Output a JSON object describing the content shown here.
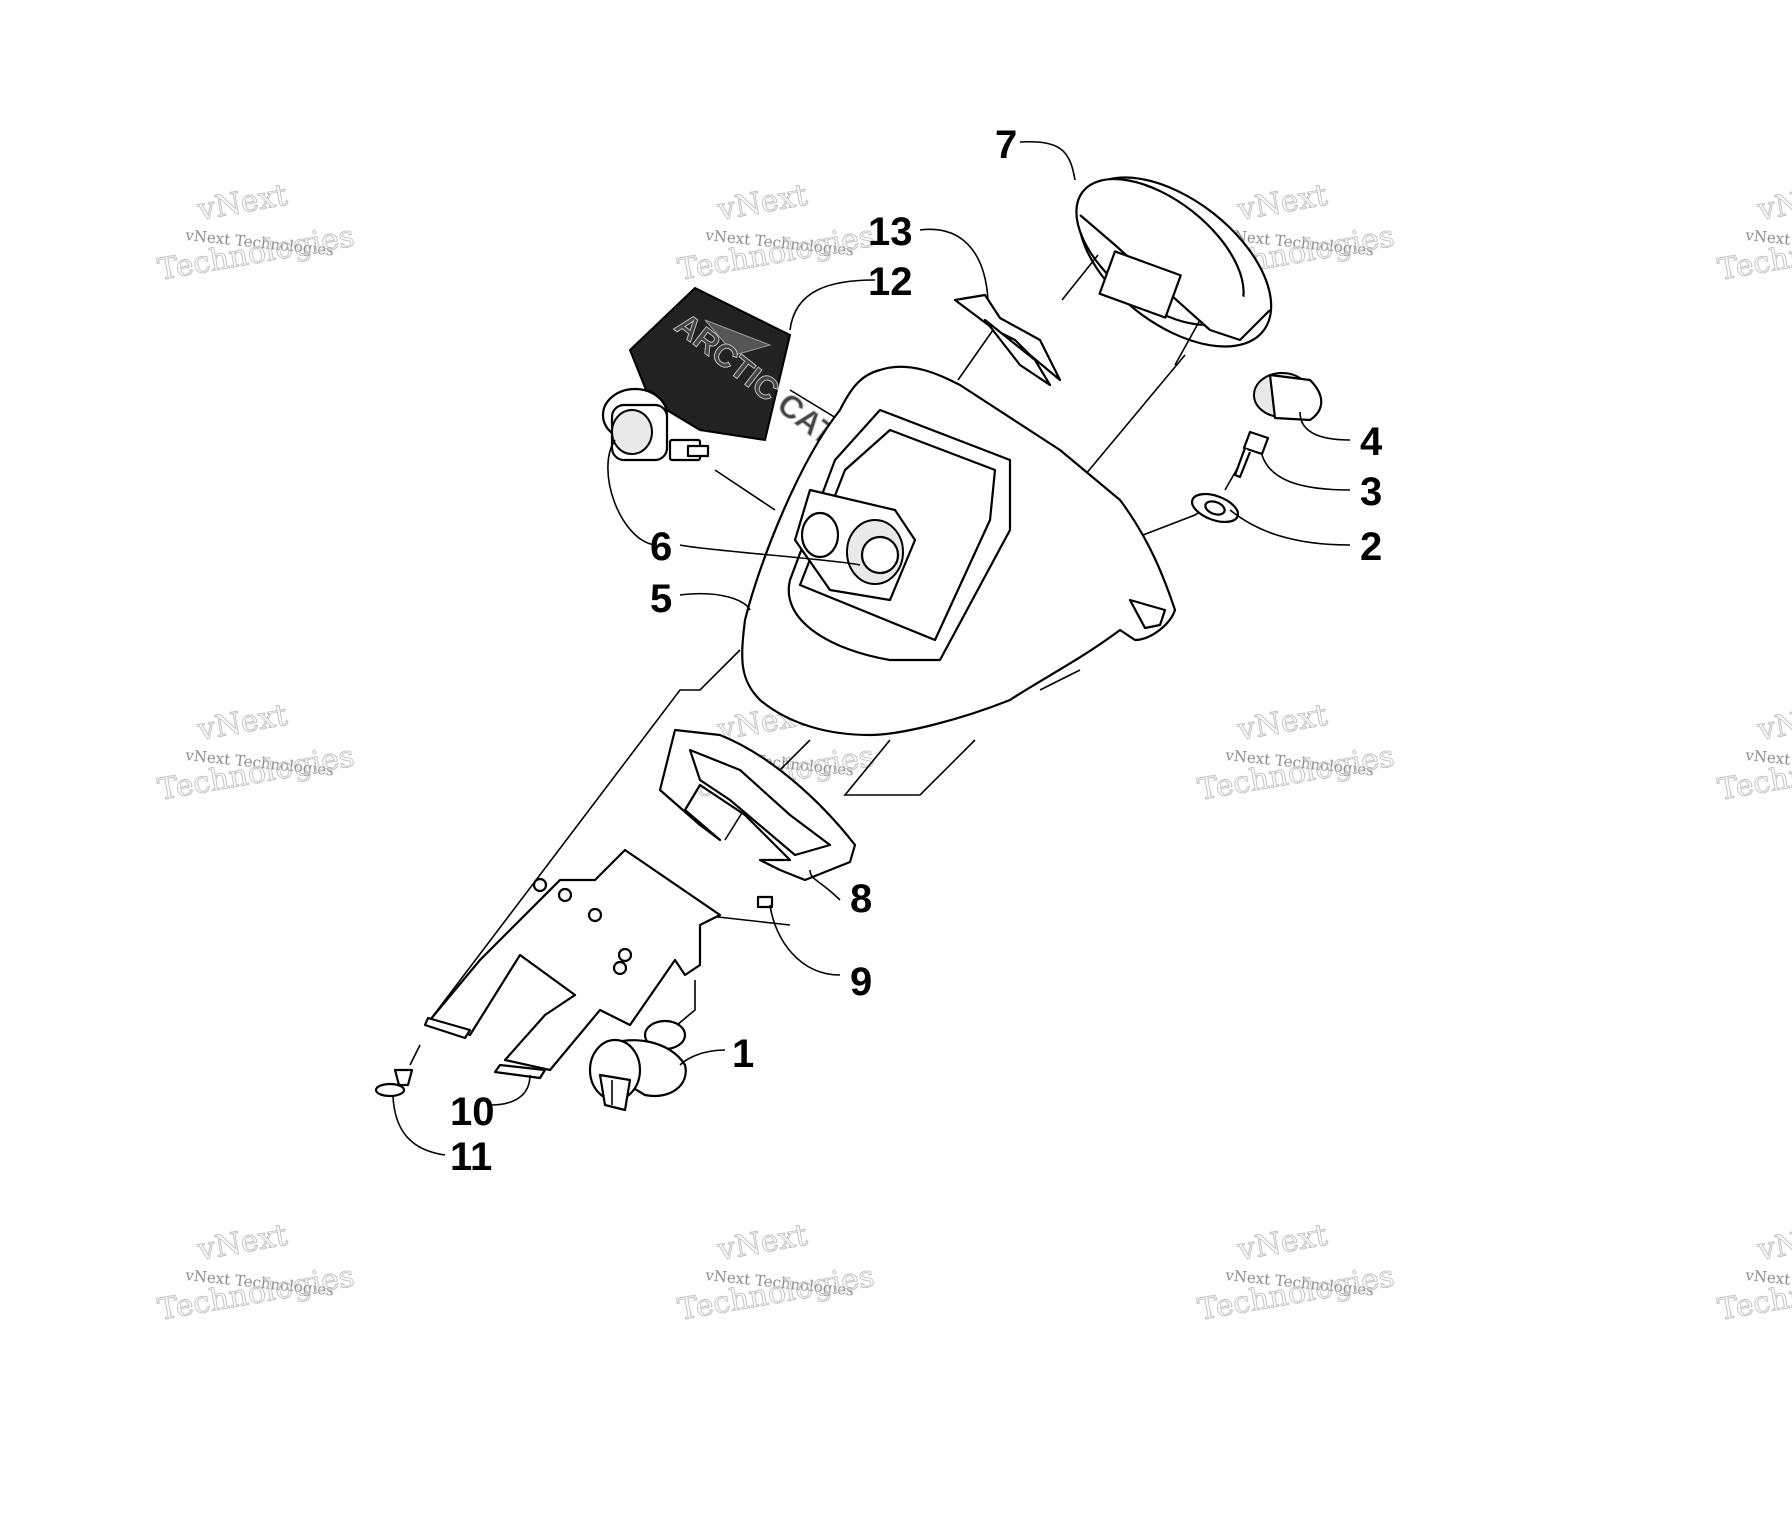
{
  "brand_decal": {
    "text": "ARCTIC CAT"
  },
  "callouts": [
    {
      "id": "1",
      "label": "1"
    },
    {
      "id": "2",
      "label": "2"
    },
    {
      "id": "3",
      "label": "3"
    },
    {
      "id": "4",
      "label": "4"
    },
    {
      "id": "5",
      "label": "5"
    },
    {
      "id": "6",
      "label": "6"
    },
    {
      "id": "7",
      "label": "7"
    },
    {
      "id": "8",
      "label": "8"
    },
    {
      "id": "9",
      "label": "9"
    },
    {
      "id": "10",
      "label": "10"
    },
    {
      "id": "11",
      "label": "11"
    },
    {
      "id": "12",
      "label": "12"
    },
    {
      "id": "13",
      "label": "13"
    }
  ],
  "watermark": {
    "line1": "vNext",
    "line2": "vNext Technologies",
    "line3": "Technologies"
  }
}
